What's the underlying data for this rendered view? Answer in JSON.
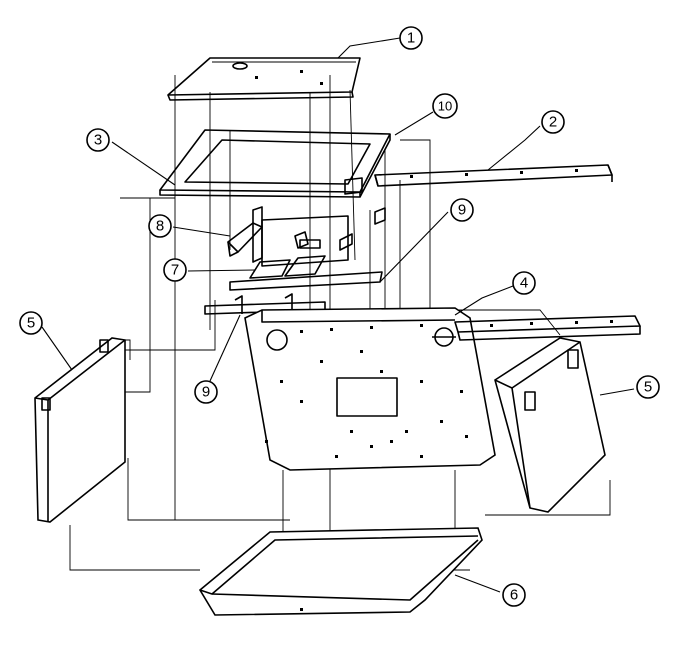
{
  "callouts": [
    {
      "id": "c1",
      "label": "1"
    },
    {
      "id": "c2",
      "label": "2"
    },
    {
      "id": "c3",
      "label": "3"
    },
    {
      "id": "c4",
      "label": "4"
    },
    {
      "id": "c5a",
      "label": "5"
    },
    {
      "id": "c5b",
      "label": "5"
    },
    {
      "id": "c6",
      "label": "6"
    },
    {
      "id": "c7",
      "label": "7"
    },
    {
      "id": "c8",
      "label": "8"
    },
    {
      "id": "c9a",
      "label": "9"
    },
    {
      "id": "c9b",
      "label": "9"
    },
    {
      "id": "c10",
      "label": "10"
    }
  ]
}
